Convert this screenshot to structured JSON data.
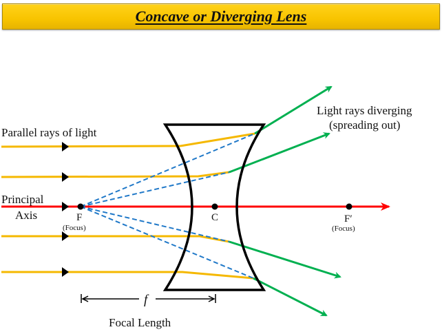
{
  "title": "Concave or Diverging Lens",
  "labels": {
    "parallel_rays": "Parallel rays of light",
    "principal_axis_line1": "Principal",
    "principal_axis_line2": "Axis",
    "focus_left": "F",
    "focus_left_sub": "(Focus)",
    "center": "C",
    "focus_right": "F′",
    "focus_right_sub": "(Focus)",
    "diverging_line1": "Light rays diverging",
    "diverging_line2": "(spreading out)",
    "focal_symbol": "f",
    "focal_length": "Focal Length"
  },
  "colors": {
    "incident_ray": "#f5b800",
    "refracted_ray": "#00b050",
    "virtual_ray": "#1f78c8",
    "principal_axis": "#ff0000",
    "lens": "#000000",
    "title_bg": "#ffcc00"
  }
}
